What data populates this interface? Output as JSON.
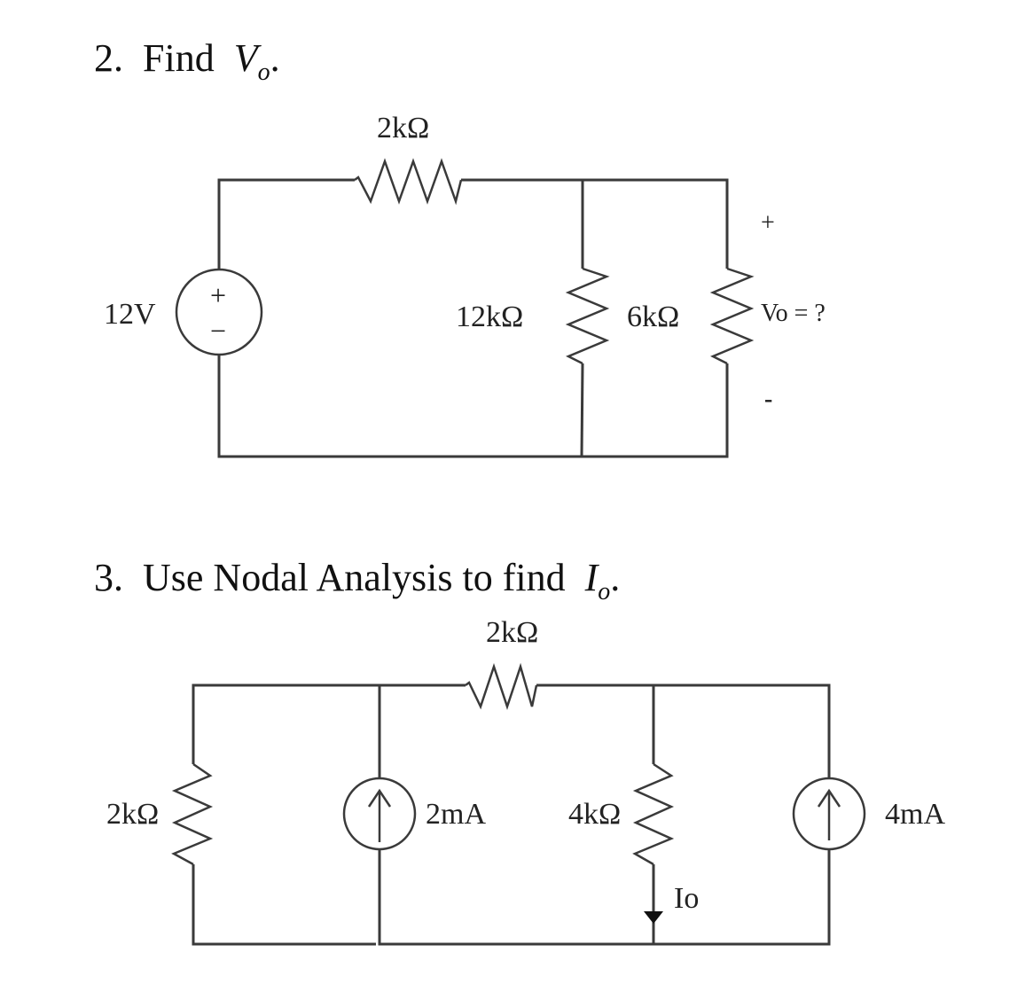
{
  "problem2": {
    "number": "2.",
    "title_text": "Find",
    "variable": "V",
    "subscript": "o",
    "period": ".",
    "components": {
      "source_label": "12V",
      "source_plus": "+",
      "source_minus": "−",
      "top_resistor": "2kΩ",
      "mid_resistor": "12kΩ",
      "right_resistor": "6kΩ",
      "vo_plus": "+",
      "vo_label": "Vo = ?",
      "vo_minus": "-"
    }
  },
  "problem3": {
    "number": "3.",
    "title_text": "Use Nodal Analysis to find",
    "variable": "I",
    "subscript": "o",
    "period": ".",
    "components": {
      "top_resistor": "2kΩ",
      "left_resistor": "2kΩ",
      "source1_label": "2mA",
      "middle_resistor": "4kΩ",
      "current_label": "Io",
      "source2_label": "4mA"
    }
  }
}
